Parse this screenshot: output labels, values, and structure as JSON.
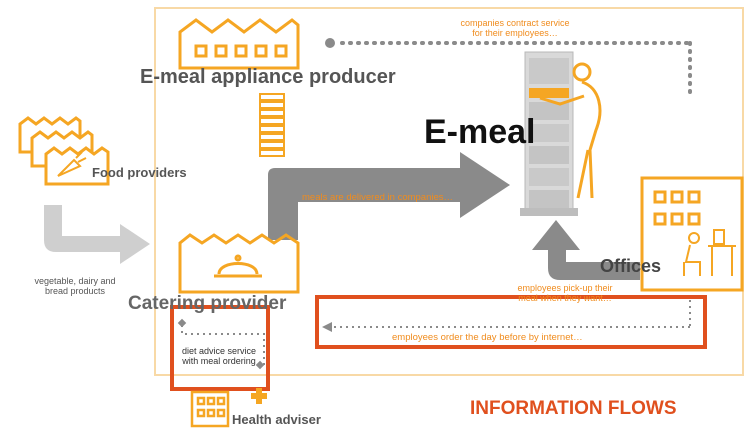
{
  "colors": {
    "accent_orange": "#f5a623",
    "flow_orange": "#f08c1e",
    "highlight_red": "#e0501e",
    "arrow_grey": "#8a8a8a",
    "arrow_light_grey": "#cfcfcf",
    "text_dark": "#333333",
    "text_grey": "#555555",
    "title_red": "#e0501e"
  },
  "nodes": {
    "producer": {
      "label": "E-meal appliance producer",
      "icon": "factory-icon"
    },
    "emeal": {
      "label": "E-meal",
      "icon": "vending-machine-icon"
    },
    "food_providers": {
      "label": "Food providers",
      "icon": "stacked-cards-carrot-icon"
    },
    "catering": {
      "label": "Catering provider",
      "icon": "factory-cloche-icon"
    },
    "offices": {
      "label": "Offices",
      "icon": "office-building-icon"
    },
    "health": {
      "label": "Health adviser",
      "icon": "building-cross-icon"
    }
  },
  "flows": {
    "contract": "companies contract service\nfor their employees…",
    "delivered": "meals are delivered in companies…",
    "pickup": "employees pick-up their\nmeal when they want…",
    "order": "employees order the day before by internet…",
    "products": "vegetable, dairy and\nbread products",
    "diet": "diet advice service\nwith meal ordering"
  },
  "title": "INFORMATION FLOWS"
}
